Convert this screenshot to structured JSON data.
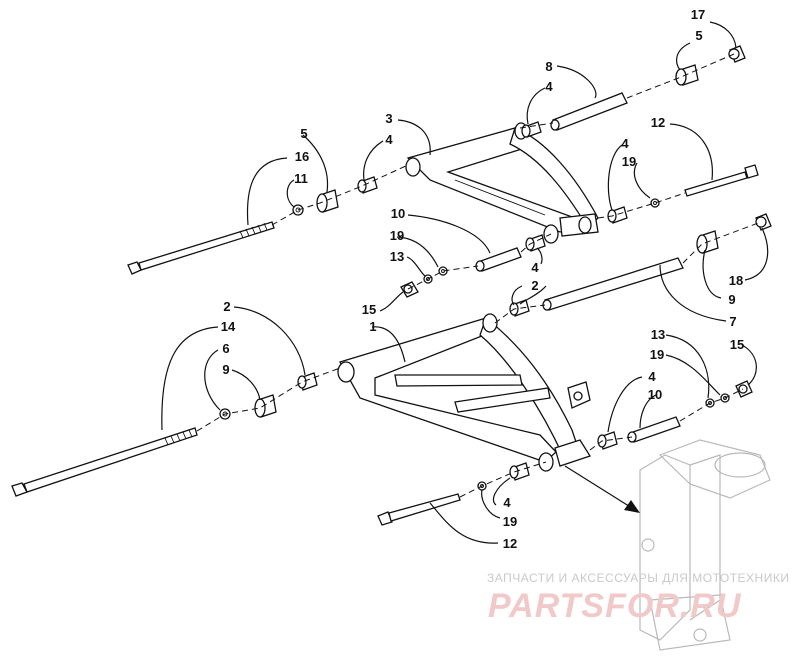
{
  "callouts": {
    "n17": "17",
    "n5a": "5",
    "n8": "8",
    "n4a": "4",
    "n3": "3",
    "n4b": "4",
    "n5b": "5",
    "n16": "16",
    "n11": "11",
    "n12a": "12",
    "n4c": "4",
    "n19a": "19",
    "n10a": "10",
    "n19b": "19",
    "n13a": "13",
    "n4d": "4",
    "n2a": "2",
    "n18": "18",
    "n9a": "9",
    "n7": "7",
    "n15a": "15",
    "n1": "1",
    "n2b": "2",
    "n14": "14",
    "n6": "6",
    "n9b": "9",
    "n13b": "13",
    "n19c": "19",
    "n15b": "15",
    "n4e": "4",
    "n10b": "10",
    "n4f": "4",
    "n19d": "19",
    "n12b": "12"
  },
  "watermark": {
    "top": "ЗАПЧАСТИ И АКСЕССУАРЫ ДЛЯ МОТОТЕХНИКИ",
    "main": "PARTSFOR.RU"
  }
}
